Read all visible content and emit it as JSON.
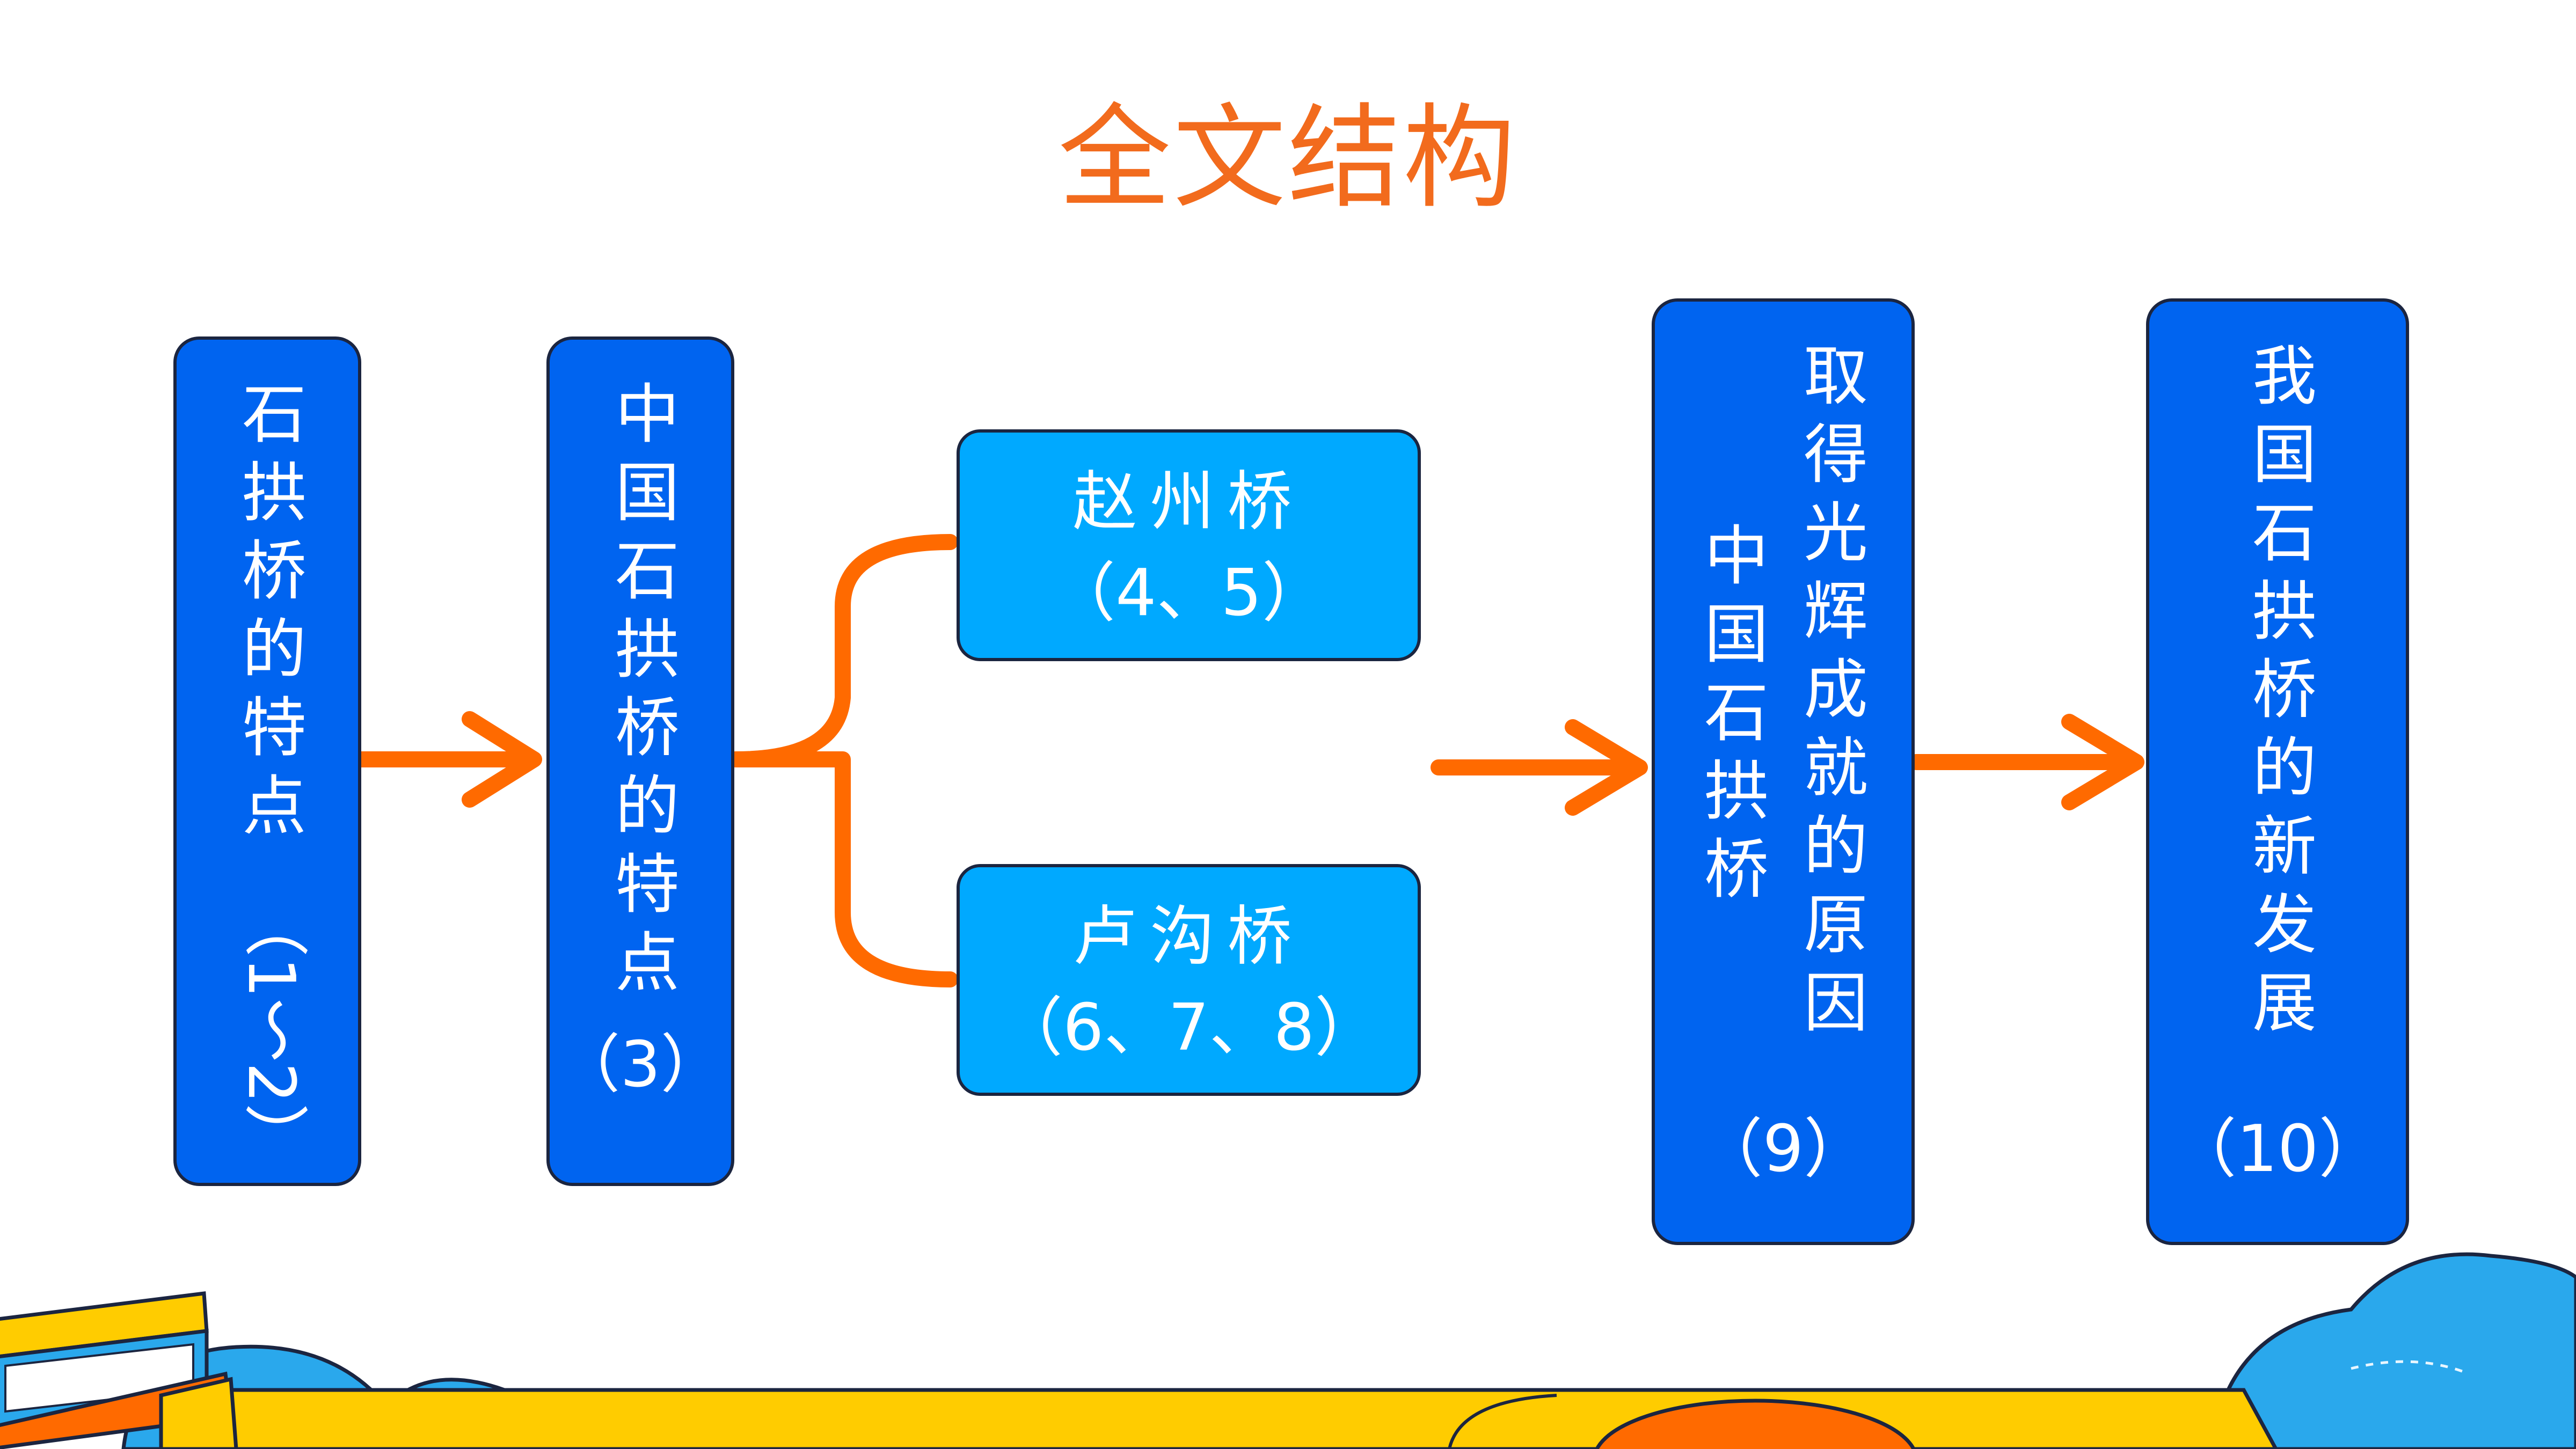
{
  "title": "全文结构",
  "colors": {
    "title": "#f26b1d",
    "box_dark": "#0064f0",
    "box_light": "#00a9ff",
    "connector": "#ff6a00",
    "outline": "#1b2540",
    "book_yellow": "#ffcc00",
    "cloud_blue": "#2aa8ec"
  },
  "nodes": {
    "intro": {
      "text": "石拱桥的特点",
      "paren": "（1～2）"
    },
    "features": {
      "text": "中国石拱桥的特点",
      "paren": "（3）"
    },
    "zhaozhou": {
      "name": "赵州桥",
      "paren": "（4、5）"
    },
    "lugou": {
      "name": "卢沟桥",
      "paren": "（6、7、8）"
    },
    "reasons": {
      "line_right": "取得光辉成就的原因",
      "line_left": "中国石拱桥",
      "paren": "（9）"
    },
    "development": {
      "text": "我国石拱桥的新发展",
      "paren": "（10）"
    }
  }
}
